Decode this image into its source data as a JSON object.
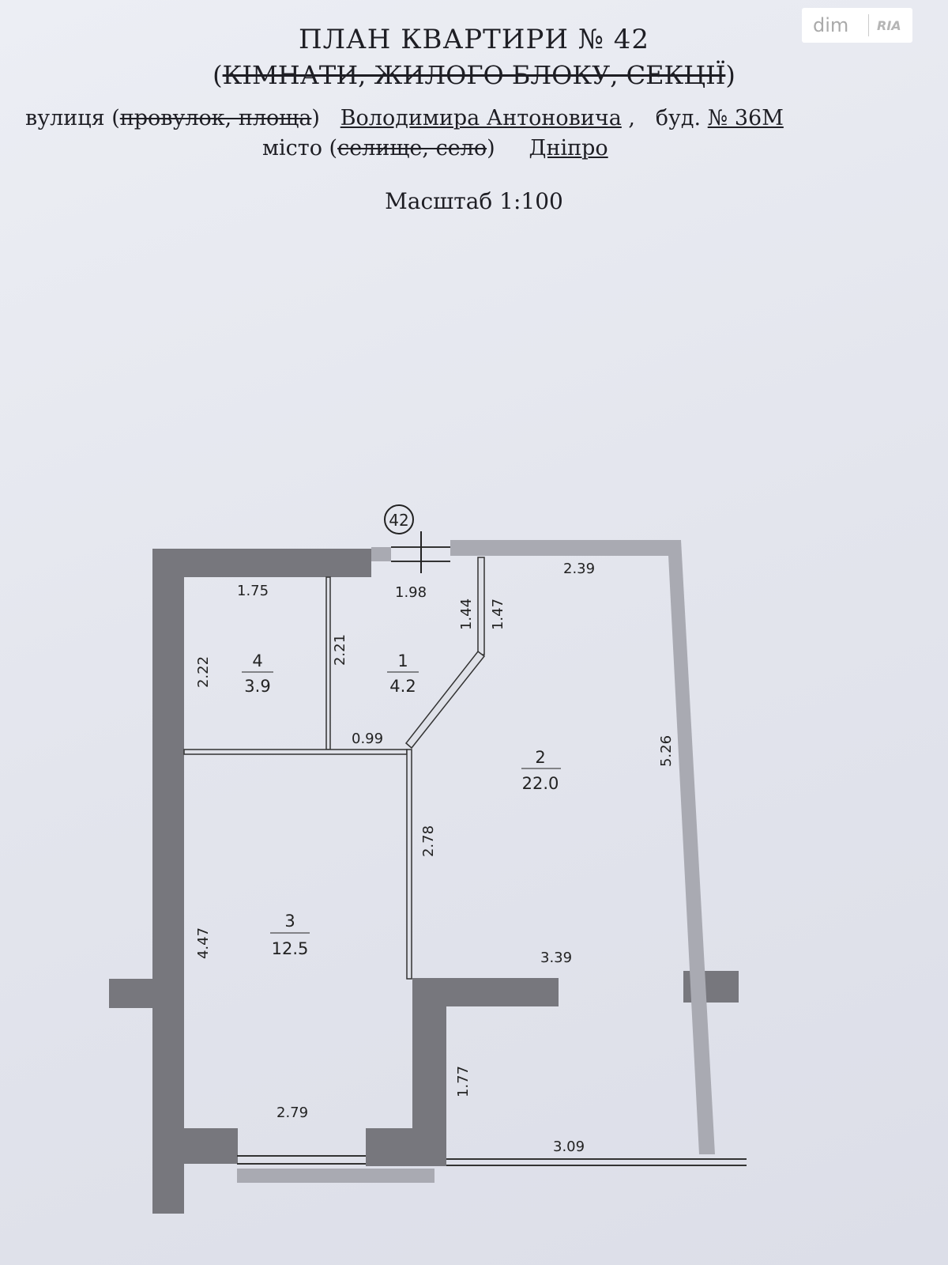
{
  "header": {
    "title": "ПЛАН КВАРТИРИ № 42",
    "subtitle_struck": "КІМНАТИ, ЖИЛОГО БЛОКУ, СЕКЦІЇ",
    "street_label": "вулиця (",
    "street_struck": "провулок, площа",
    "street_value": "Володимира Антоновича",
    "building_label": "буд.",
    "building_value": "№ 36М",
    "city_label": "місто (",
    "city_struck": "селище, село",
    "city_value": "Дніпро",
    "scale": "Масштаб 1:100"
  },
  "watermark": {
    "left": "dim",
    "right": "RIA"
  },
  "plan": {
    "apartment_marker": "42",
    "rooms": [
      {
        "number": "1",
        "area": "4.2"
      },
      {
        "number": "2",
        "area": "22.0"
      },
      {
        "number": "3",
        "area": "12.5"
      },
      {
        "number": "4",
        "area": "3.9"
      }
    ],
    "dimensions": {
      "d175": "1.75",
      "d198": "1.98",
      "d239": "2.39",
      "d144": "1.44",
      "d147": "1.47",
      "d222": "2.22",
      "d221": "2.21",
      "d099": "0.99",
      "d526": "5.26",
      "d278": "2.78",
      "d447": "4.47",
      "d339": "3.39",
      "d177": "1.77",
      "d279": "2.79",
      "d309": "3.09"
    }
  }
}
